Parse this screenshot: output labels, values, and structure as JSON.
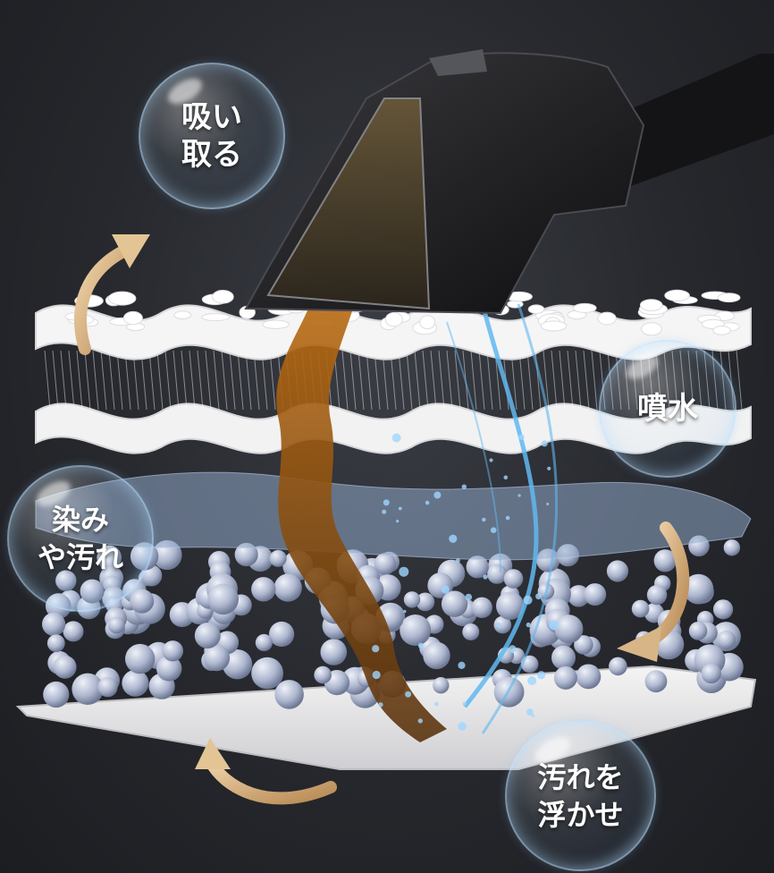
{
  "bubbles": {
    "absorb": "吸い\n取る",
    "spray": "噴水",
    "stains": "染み\nや汚れ",
    "lift": "汚れを\n浮かせ"
  },
  "colors": {
    "background": "#26282d",
    "fabric": "#f2f2f2",
    "dirt": "#8a5a1a",
    "water": "#4aa8e8",
    "arrow": "#d9b98a",
    "beads": "#aab4cc"
  },
  "objects": [
    "cleaning-nozzle-icon",
    "fabric-layer",
    "foam-layer",
    "bead-layer",
    "base-layer",
    "water-stream",
    "dirt-stream"
  ]
}
